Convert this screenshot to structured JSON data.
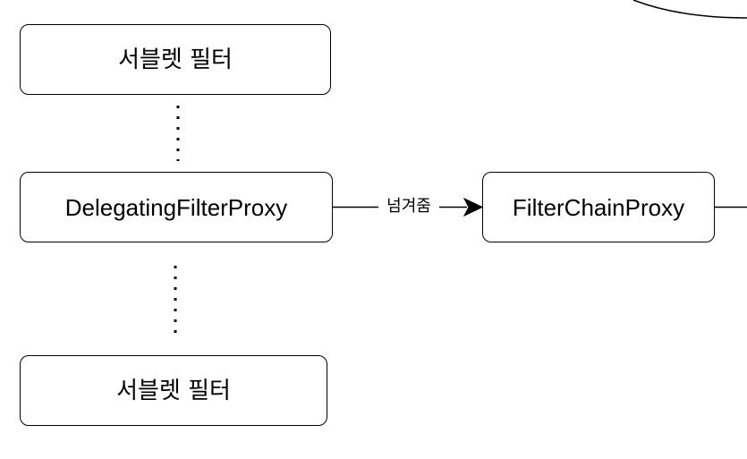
{
  "nodes": {
    "servlet_filter_top": "서블렛 필터",
    "delegating_filter_proxy": "DelegatingFilterProxy",
    "filter_chain_proxy": "FilterChainProxy",
    "servlet_filter_bottom": "서블렛 필터"
  },
  "edges": {
    "delegate_label": "넘겨줌"
  },
  "colors": {
    "stroke": "#000000",
    "fill": "#ffffff"
  }
}
